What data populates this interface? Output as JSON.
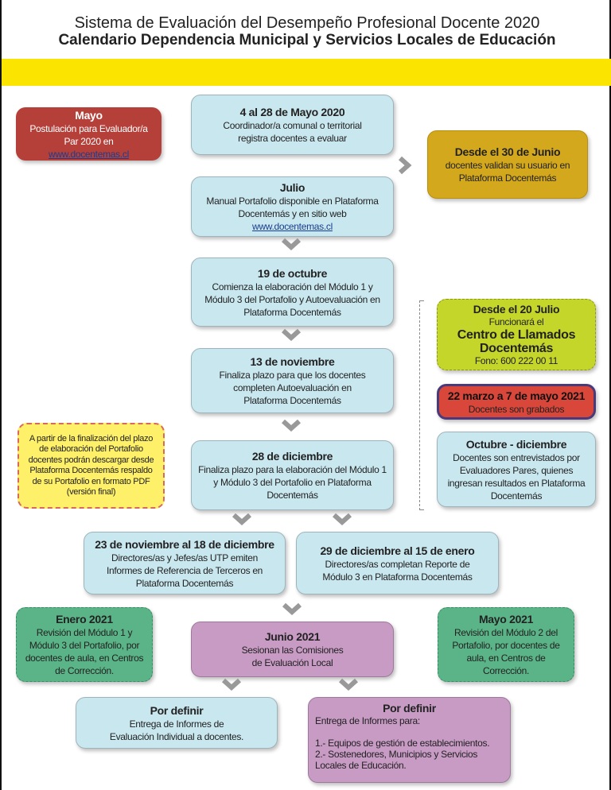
{
  "header": {
    "title": "Sistema de Evaluación del Desempeño Profesional Docente 2020",
    "subtitle": "Calendario Dependencia Municipal y Servicios Locales de Educación"
  },
  "boxes": {
    "mayo": {
      "title": "Mayo",
      "text": "Postulación para Evaluador/a Par 2020 en",
      "link": "www.docentemas.cl"
    },
    "registro": {
      "title": "4 al 28 de Mayo 2020",
      "text": "Coordinador/a comunal o territorial registra docentes a evaluar"
    },
    "junio": {
      "title": "Desde el 30 de Junio",
      "text": "docentes validan su usuario en Plataforma Docentemás"
    },
    "julio": {
      "title": "Julio",
      "text": "Manual Portafolio disponible en Plataforma Docentemás y en sitio web",
      "link": "www.docentemas.cl"
    },
    "octubre": {
      "title": "19 de octubre",
      "text": "Comienza la elaboración del Módulo 1 y Módulo 3 del Portafolio y Autoevaluación en Plataforma Docentemás"
    },
    "noviembre": {
      "title": "13 de noviembre",
      "text": "Finaliza plazo para que los docentes completen Autoevaluación en Plataforma Docentemás"
    },
    "diciembre": {
      "title": "28 de diciembre",
      "text": "Finaliza plazo para la elaboración del Módulo 1 y Módulo 3 del Portafolio en Plataforma Docentemás"
    },
    "nota": {
      "text": "A partir de la finalización del plazo de elaboración del Portafolio docentes podrán descargar desde Plataforma Docentemás respaldo de su Portafolio en formato PDF (versión final)"
    },
    "llamados": {
      "title": "Desde el 20 Julio",
      "line1": "Funcionará el",
      "big": "Centro de Llamados Docentemás",
      "phone": "Fono: 600 222 00 11"
    },
    "grabados": {
      "title": "22 marzo a 7 de mayo 2021",
      "text": "Docentes son grabados"
    },
    "entrevistas": {
      "title": "Octubre - diciembre",
      "text": "Docentes son entrevistados por Evaluadores Pares, quienes ingresan resultados en Plataforma Docentemás"
    },
    "terceros": {
      "title": "23 de noviembre al 18 de diciembre",
      "text": "Directores/as y Jefes/as UTP emiten Informes de Referencia de Terceros en Plataforma Docentemás"
    },
    "reporte": {
      "title": "29 de diciembre al 15 de enero",
      "text": "Directores/as completan Reporte de Módulo 3 en Plataforma Docentemás"
    },
    "enero": {
      "title": "Enero 2021",
      "text": "Revisión del Módulo 1 y Módulo 3 del Portafolio, por docentes de aula, en Centros de Corrección."
    },
    "comisiones": {
      "title": "Junio 2021",
      "text": "Sesionan las Comisiones de Evaluación Local"
    },
    "mayo2021": {
      "title": "Mayo 2021",
      "text": "Revisión del Módulo 2 del Portafolio, por docentes de aula, en Centros de Corrección."
    },
    "informes1": {
      "title": "Por definir",
      "text": "Entrega de Informes de Evaluación Individual a docentes."
    },
    "informes2": {
      "title": "Por definir",
      "intro": "Entrega de Informes para:",
      "item1": "1.- Equipos de gestión de establecimientos.",
      "item2": "2.- Sostenedores, Municipios y Servicios Locales de Educación."
    }
  },
  "colors": {
    "banner": "#fbe400",
    "blue": "#c9e7ef",
    "red": "#b5403a",
    "gold": "#d4a81c",
    "lime": "#c5d62a",
    "green": "#5bb488",
    "purple": "#c89bc5"
  }
}
